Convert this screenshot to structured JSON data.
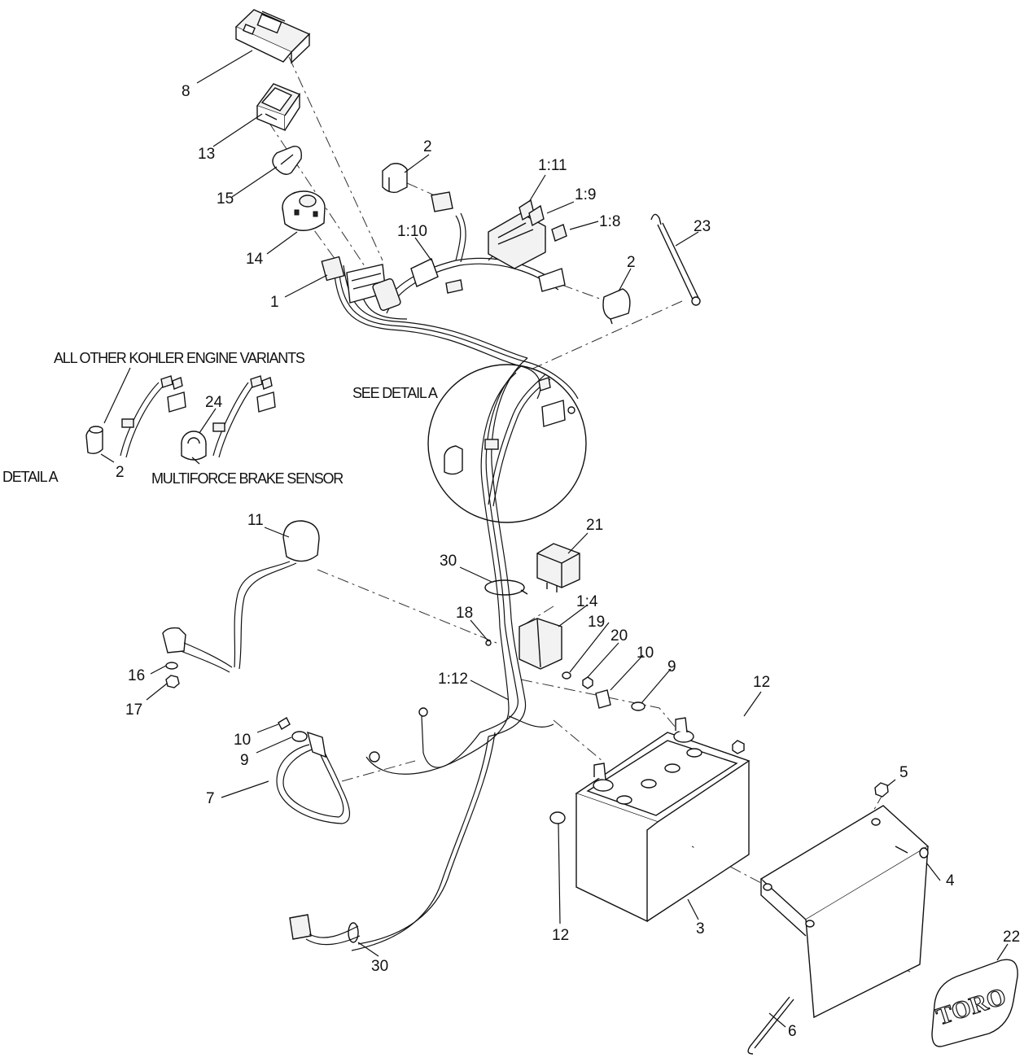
{
  "callouts": {
    "c8": "8",
    "c13": "13",
    "c15": "15",
    "c14": "14",
    "c1": "1",
    "c2a": "2",
    "c1_11": "1:11",
    "c1_9": "1:9",
    "c1_8": "1:8",
    "c1_10": "1:10",
    "c2b": "2",
    "c23": "23",
    "c24": "24",
    "c2c": "2",
    "c11": "11",
    "c30a": "30",
    "c21": "21",
    "c1_4": "1:4",
    "c18": "18",
    "c19": "19",
    "c20": "20",
    "c10a": "10",
    "c9a": "9",
    "c16": "16",
    "c17": "17",
    "c1_12": "1:12",
    "c12a": "12",
    "c10b": "10",
    "c9b": "9",
    "c7": "7",
    "c5": "5",
    "c4": "4",
    "c12b": "12",
    "c3": "3",
    "c30b": "30",
    "c22": "22",
    "c6": "6"
  },
  "notes": {
    "kohler": "ALL OTHER KOHLER ENGINE VARIANTS",
    "see_detail": "SEE DETAIL A",
    "detail_a": "DETAIL  A",
    "multiforce": "MULTIFORCE BRAKE SENSOR"
  },
  "decal_text": "TORO"
}
